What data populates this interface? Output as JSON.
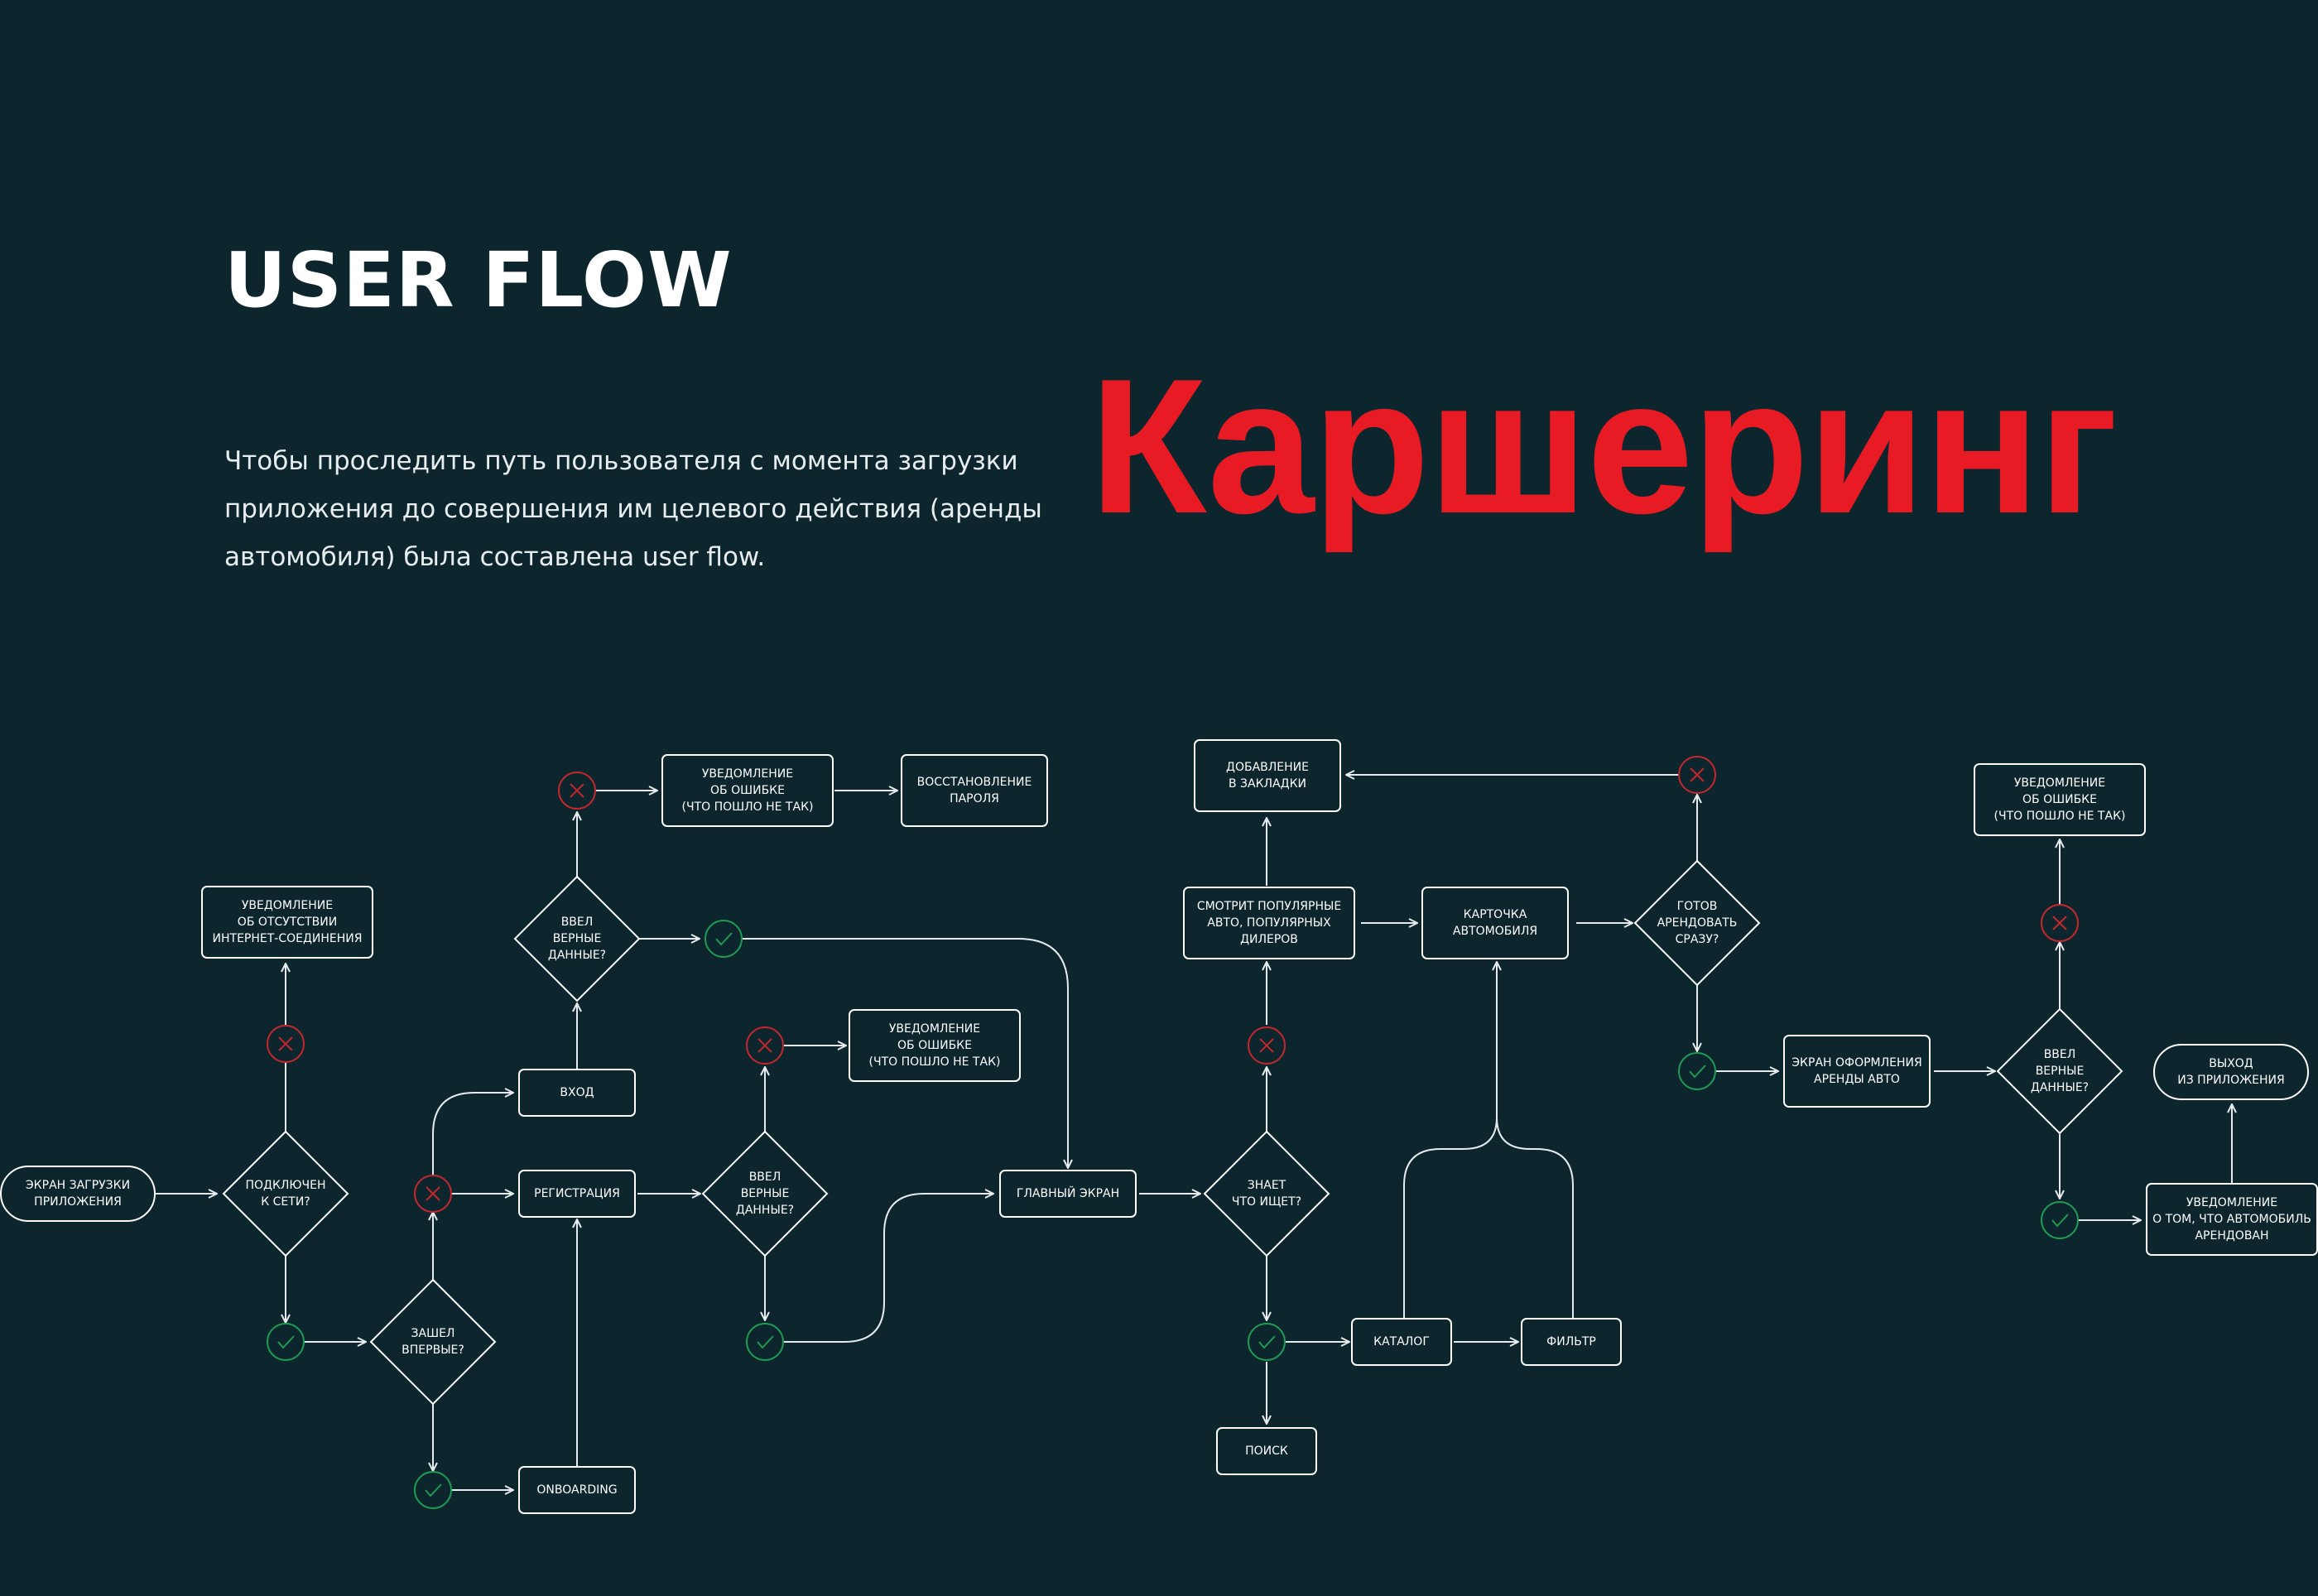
{
  "header": {
    "title": "USER FLOW",
    "description": "Чтобы проследить путь пользователя с момента загрузки приложения до совершения им целевого действия (аренды автомобиля) была составлена user flow.",
    "brand": "Каршеринг"
  },
  "colors": {
    "background": "#0d262d",
    "brand": "#e81a23",
    "success": "#1f9a52",
    "error": "#c2272d",
    "line": "#e6ecee"
  },
  "nodes": [
    {
      "id": "n_start",
      "shape": "pill",
      "lines": [
        "ЭКРАН ЗАГРУЗКИ",
        "ПРИЛОЖЕНИЯ"
      ]
    },
    {
      "id": "n_q_net",
      "shape": "diamond",
      "lines": [
        "ПОДКЛЮЧЕН",
        "К СЕТИ?"
      ]
    },
    {
      "id": "n_err_net",
      "shape": "rect",
      "lines": [
        "УВЕДОМЛЕНИЕ",
        "ОБ ОТСУТСТВИИ",
        "ИНТЕРНЕТ-СОЕДИНЕНИЯ"
      ]
    },
    {
      "id": "n_q_first",
      "shape": "diamond",
      "lines": [
        "ЗАШЕЛ",
        "ВПЕРВЫЕ?"
      ]
    },
    {
      "id": "n_onboarding",
      "shape": "rect",
      "lines": [
        "ONBOARDING"
      ]
    },
    {
      "id": "n_login",
      "shape": "rect",
      "lines": [
        "ВХОД"
      ]
    },
    {
      "id": "n_register",
      "shape": "rect",
      "lines": [
        "РЕГИСТРАЦИЯ"
      ]
    },
    {
      "id": "n_q_login_data",
      "shape": "diamond",
      "lines": [
        "ВВЕЛ",
        "ВЕРНЫЕ",
        "ДАННЫЕ?"
      ]
    },
    {
      "id": "n_err_login",
      "shape": "rect",
      "lines": [
        "УВЕДОМЛЕНИЕ",
        "ОБ ОШИБКЕ",
        "(ЧТО ПОШЛО НЕ ТАК)"
      ]
    },
    {
      "id": "n_restore",
      "shape": "rect",
      "lines": [
        "ВОССТАНОВЛЕНИЕ",
        "ПАРОЛЯ"
      ]
    },
    {
      "id": "n_q_reg_data",
      "shape": "diamond",
      "lines": [
        "ВВЕЛ",
        "ВЕРНЫЕ",
        "ДАННЫЕ?"
      ]
    },
    {
      "id": "n_err_reg",
      "shape": "rect",
      "lines": [
        "УВЕДОМЛЕНИЕ",
        "ОБ ОШИБКЕ",
        "(ЧТО ПОШЛО НЕ ТАК)"
      ]
    },
    {
      "id": "n_main",
      "shape": "rect",
      "lines": [
        "ГЛАВНЫЙ ЭКРАН"
      ]
    },
    {
      "id": "n_q_knows",
      "shape": "diamond",
      "lines": [
        "ЗНАЕТ",
        "ЧТО ИЩЕТ?"
      ]
    },
    {
      "id": "n_popular",
      "shape": "rect",
      "lines": [
        "СМОТРИТ ПОПУЛЯРНЫЕ",
        "АВТО, ПОПУЛЯРНЫХ",
        "ДИЛЕРОВ"
      ]
    },
    {
      "id": "n_bookmarks",
      "shape": "rect",
      "lines": [
        "ДОБАВЛЕНИЕ",
        "В ЗАКЛАДКИ"
      ]
    },
    {
      "id": "n_catalog",
      "shape": "rect",
      "lines": [
        "КАТАЛОГ"
      ]
    },
    {
      "id": "n_filter",
      "shape": "rect",
      "lines": [
        "ФИЛЬТР"
      ]
    },
    {
      "id": "n_search",
      "shape": "rect",
      "lines": [
        "ПОИСК"
      ]
    },
    {
      "id": "n_card",
      "shape": "rect",
      "lines": [
        "КАРТОЧКА",
        "АВТОМОБИЛЯ"
      ]
    },
    {
      "id": "n_q_ready",
      "shape": "diamond",
      "lines": [
        "ГОТОВ",
        "АРЕНДОВАТЬ",
        "СРАЗУ?"
      ]
    },
    {
      "id": "n_rent",
      "shape": "rect",
      "lines": [
        "ЭКРАН ОФОРМЛЕНИЯ",
        "АРЕНДЫ АВТО"
      ]
    },
    {
      "id": "n_q_rent_data",
      "shape": "diamond",
      "lines": [
        "ВВЕЛ",
        "ВЕРНЫЕ",
        "ДАННЫЕ?"
      ]
    },
    {
      "id": "n_err_rent",
      "shape": "rect",
      "lines": [
        "УВЕДОМЛЕНИЕ",
        "ОБ ОШИБКЕ",
        "(ЧТО ПОШЛО НЕ ТАК)"
      ]
    },
    {
      "id": "n_rented",
      "shape": "rect",
      "lines": [
        "УВЕДОМЛЕНИЕ",
        "О ТОМ, ЧТО АВТОМОБИЛЬ",
        "АРЕНДОВАН"
      ]
    },
    {
      "id": "n_exit",
      "shape": "pill",
      "lines": [
        "ВЫХОД",
        "ИЗ ПРИЛОЖЕНИЯ"
      ]
    }
  ],
  "markers": [
    {
      "id": "m_net_no",
      "type": "error"
    },
    {
      "id": "m_net_yes",
      "type": "success"
    },
    {
      "id": "m_first_no",
      "type": "error"
    },
    {
      "id": "m_first_yes",
      "type": "success"
    },
    {
      "id": "m_login_no",
      "type": "error"
    },
    {
      "id": "m_login_yes",
      "type": "success"
    },
    {
      "id": "m_reg_no",
      "type": "error"
    },
    {
      "id": "m_reg_yes",
      "type": "success"
    },
    {
      "id": "m_knows_no",
      "type": "error"
    },
    {
      "id": "m_knows_yes",
      "type": "success"
    },
    {
      "id": "m_ready_no",
      "type": "error"
    },
    {
      "id": "m_ready_yes",
      "type": "success"
    },
    {
      "id": "m_rent_no",
      "type": "error"
    },
    {
      "id": "m_rent_yes",
      "type": "success"
    }
  ]
}
